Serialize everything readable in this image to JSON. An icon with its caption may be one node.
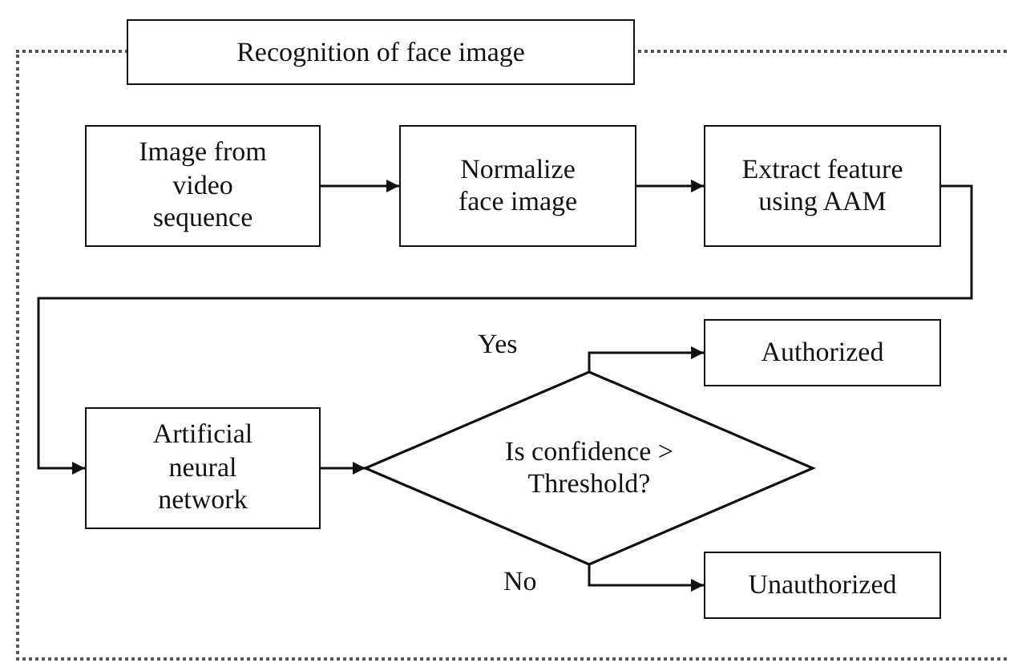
{
  "diagram": {
    "nodes": [
      {
        "text": [
          "Recognition of face image"
        ]
      },
      {
        "text": [
          "Image from video sequence"
        ],
        "in": 0
      },
      {
        "text": [
          "Normalize face image"
        ],
        "in": 0
      },
      {
        "text": [
          "Extract feature using AAM"
        ],
        "in": 0
      },
      {
        "text": [
          "Artificial neural network"
        ],
        "in": 0
      },
      {
        "text": [
          "Is confidence > Threshold?"
        ],
        "in": 0
      },
      {
        "text": [
          "Authorized"
        ],
        "in": 0
      },
      {
        "text": [
          "Unauthorized"
        ],
        "in": 0
      }
    ],
    "edges": [
      {
        "from": 1,
        "to": 2,
        "arrow": "to"
      },
      {
        "from": 2,
        "to": 3,
        "arrow": "to"
      },
      {
        "from": 3,
        "to": 4,
        "arrow": "to"
      },
      {
        "from": 4,
        "to": 5,
        "arrow": "to"
      },
      {
        "from": 5,
        "to": 6,
        "arrow": "to",
        "label": "Yes"
      },
      {
        "from": 5,
        "to": 7,
        "arrow": "to",
        "label": "No"
      }
    ]
  }
}
